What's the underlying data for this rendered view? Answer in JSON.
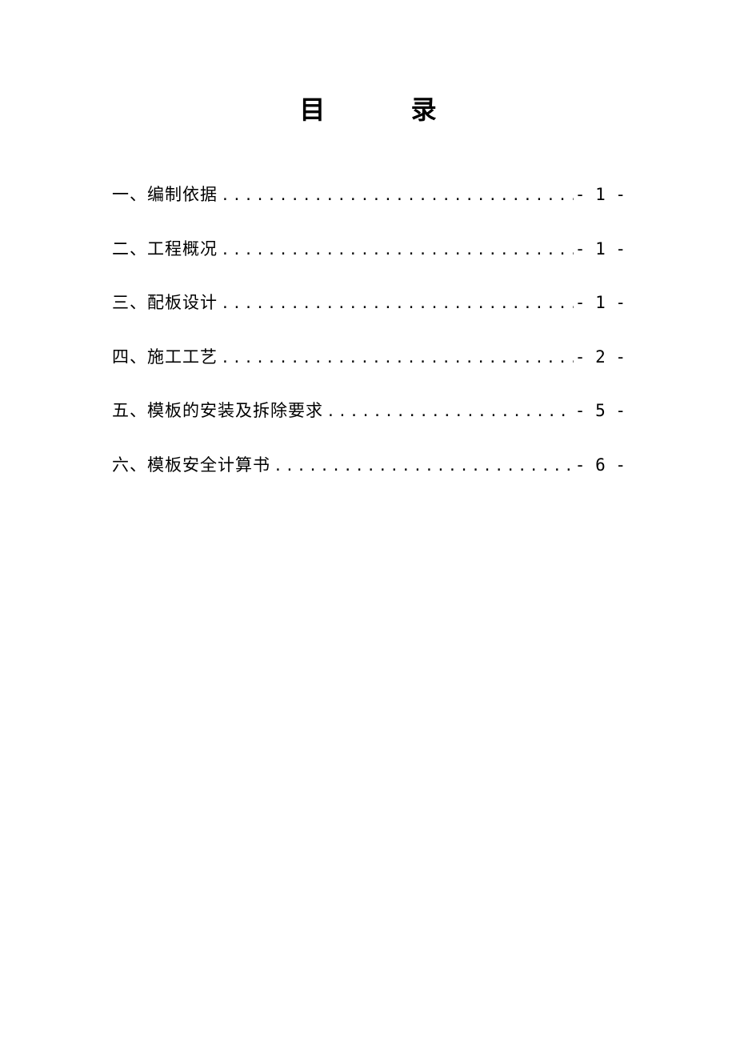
{
  "document": {
    "title": "目 录",
    "entries": [
      {
        "label": "一、编制依据",
        "page": "- 1 -"
      },
      {
        "label": "二、工程概况",
        "page": "- 1 -"
      },
      {
        "label": "三、配板设计",
        "page": "- 1 -"
      },
      {
        "label": "四、施工工艺",
        "page": "- 2 -"
      },
      {
        "label": "五、模板的安装及拆除要求",
        "page": "- 5 -"
      },
      {
        "label": "六、模板安全计算书",
        "page": "- 6 -"
      }
    ]
  }
}
